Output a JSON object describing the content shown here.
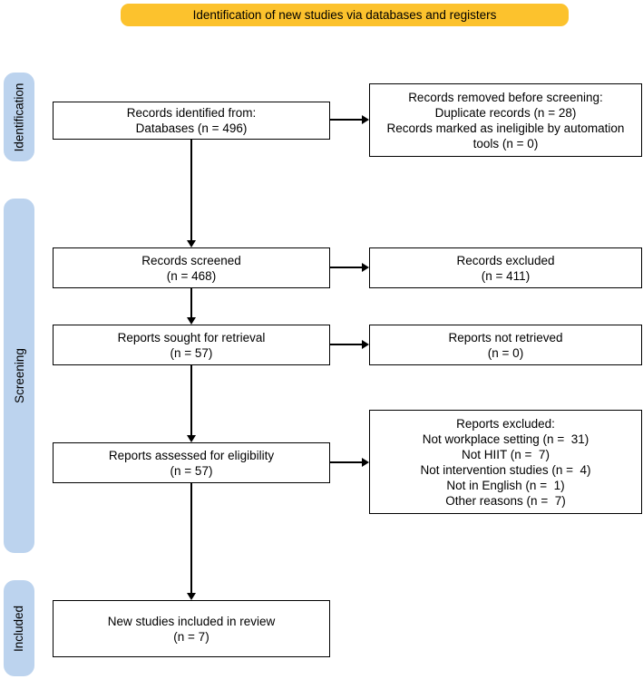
{
  "banner": {
    "label": "Identification of new studies via databases and registers"
  },
  "side_labels": {
    "identification": "Identification",
    "screening": "Screening",
    "included": "Included"
  },
  "flow_boxes": {
    "records_identified": "Records identified from:\nDatabases (n = 496)",
    "records_removed": "Records removed before screening:\nDuplicate records (n = 28)\nRecords marked as ineligible by automation\ntools (n = 0)",
    "records_screened": "Records screened\n(n = 468)",
    "records_excluded": "Records excluded\n(n = 411)",
    "reports_sought": "Reports sought for retrieval\n(n = 57)",
    "reports_not_retrieved": "Reports not retrieved\n(n = 0)",
    "reports_assessed": "Reports assessed for eligibility\n(n = 57)",
    "reports_excluded": "Reports excluded:\nNot workplace setting (n =  31)\nNot HIIT (n =  7)\nNot intervention studies (n =  4)\nNot in English (n =  1)\nOther reasons (n =  7)",
    "new_studies_included": "New studies included in review\n(n = 7)"
  },
  "colors": {
    "banner_bg": "#fcc22d",
    "stage_label_bg": "#bcd3ee",
    "box_border": "#000000",
    "arrow": "#000000",
    "text": "#000000",
    "page_bg": "#ffffff"
  }
}
